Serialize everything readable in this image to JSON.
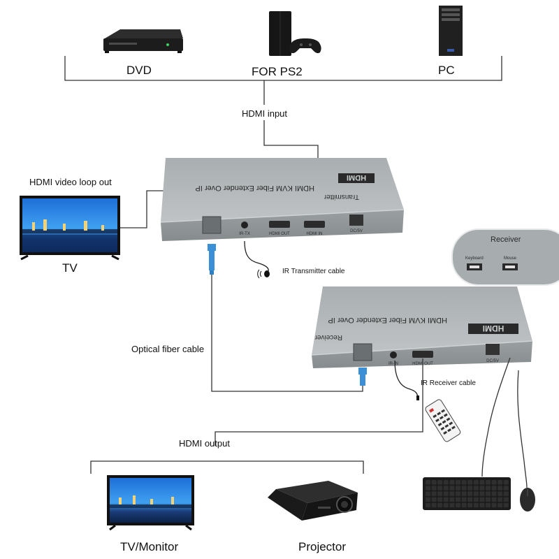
{
  "sources": {
    "dvd_label": "DVD",
    "ps_label": "FOR PS2",
    "pc_label": "PC"
  },
  "connections": {
    "hdmi_input": "HDMI input",
    "hdmi_loop_out": "HDMI video loop out",
    "optical_fiber": "Optical fiber cable",
    "ir_transmitter_cable": "IR Transmitter cable",
    "ir_receiver_cable": "IR Receiver cable",
    "hdmi_output": "HDMI output"
  },
  "tv_label": "TV",
  "transmitter": {
    "role": "Transmitter",
    "model": "HDMI KVM Fiber Extender Over IP",
    "logo": "HDMI",
    "ports": [
      "IR-TX",
      "HDMI OUT",
      "HDMI IN",
      "DC/5V"
    ]
  },
  "receiver": {
    "role": "Receiver",
    "model": "HDMI KVM Fiber Extender Over IP",
    "logo": "HDMI",
    "ports": [
      "IR-IN",
      "HDMI OUT",
      "DC/5V"
    ]
  },
  "receiver_detail": {
    "title": "Receiver",
    "ports": [
      "Keyboard",
      "Mouse"
    ]
  },
  "outputs": {
    "tv_monitor_label": "TV/Monitor",
    "projector_label": "Projector"
  },
  "colors": {
    "device_body": "#9ea3a5",
    "device_top": "#b4b9bb",
    "fiber_connector": "#3a8fd6",
    "line": "#333333"
  },
  "icons": [
    "dvd-player-icon",
    "game-console-icon",
    "pc-tower-icon",
    "tv-icon",
    "ir-sensor-icon",
    "remote-control-icon",
    "keyboard-icon",
    "mouse-icon",
    "projector-icon"
  ]
}
